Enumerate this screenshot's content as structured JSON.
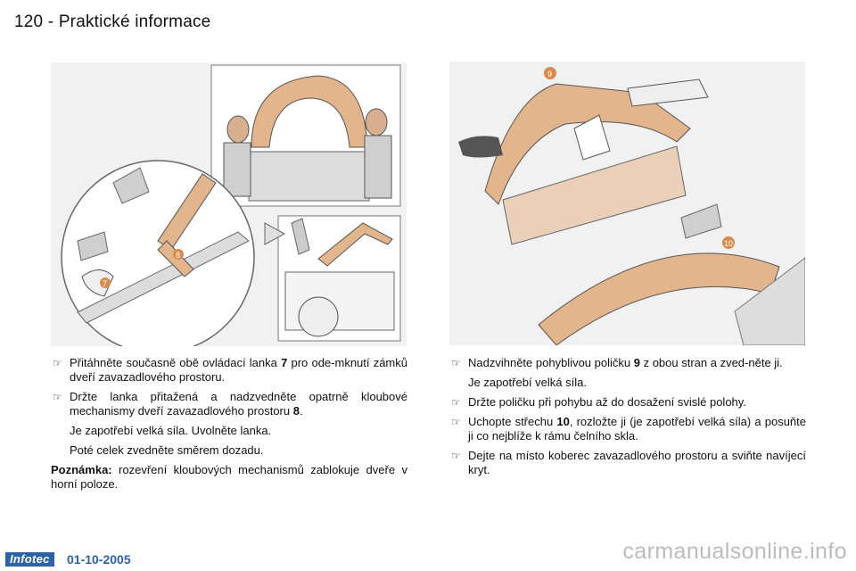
{
  "header": {
    "page_number": "120",
    "separator": "-",
    "title": "Praktické informace"
  },
  "illustrations": {
    "left_callouts": [
      "7",
      "8"
    ],
    "right_callouts": [
      "9",
      "10"
    ]
  },
  "left_column": {
    "items": [
      {
        "mark": "☞",
        "pre": "Přitáhněte současně obě ovládací lanka ",
        "bold": "7",
        "post": " pro ode-mknutí zámků dveří zavazadlového prostoru."
      },
      {
        "mark": "☞",
        "pre": "Držte lanka přitažená a nadzvedněte opatrně kloubové mechanismy dveří zavazadlového prostoru ",
        "bold": "8",
        "post": "."
      }
    ],
    "sub_lines": [
      "Je zapotřebí velká síla. Uvolněte lanka.",
      "Poté celek zvedněte směrem dozadu."
    ],
    "note_label": "Poznámka:",
    "note_text": " rozevření kloubových mechanismů zablokuje dveře v horní poloze."
  },
  "right_column": {
    "item1": {
      "mark": "☞",
      "pre": "Nadzvihněte pohyblivou poličku ",
      "bold": "9",
      "post": " z obou stran a zved-něte ji."
    },
    "sub_line": "Je zapotřebí velká síla.",
    "item2": {
      "mark": "☞",
      "text": "Držte poličku při pohybu až do dosažení svislé polohy."
    },
    "item3": {
      "mark": "☞",
      "pre": "Uchopte střechu ",
      "bold": "10",
      "post": ", rozložte ji (je zapotřebí velká síla) a posuňte ji co nejblíže k rámu čelního skla."
    },
    "item4": {
      "mark": "☞",
      "text": "Dejte na místo koberec zavazadlového prostoru a sviňte navíjecí kryt."
    }
  },
  "footer": {
    "logo": "Infotec",
    "date": "01-10-2005",
    "watermark": "carmanualsonline.info"
  },
  "colors": {
    "illustration_bg": "#f1f1f1",
    "tan": "#e2b58c",
    "callout_orange": "#d98c4a",
    "footer_blue": "#2c62a8"
  }
}
